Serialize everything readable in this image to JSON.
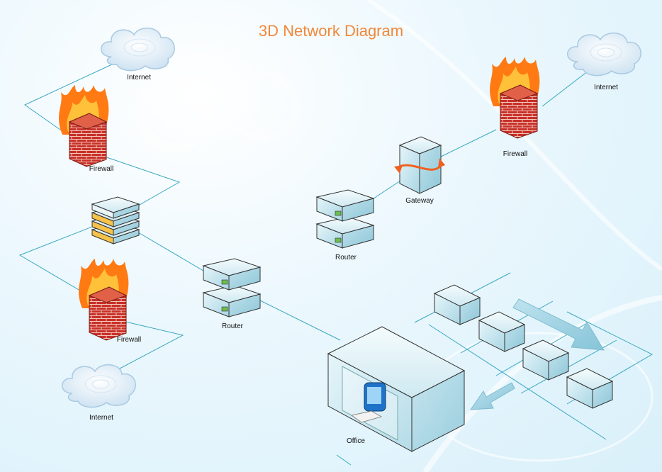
{
  "diagram": {
    "title": "3D Network Diagram",
    "labels": {
      "internet_top_left": "Internet",
      "firewall_top_left": "Firewall",
      "firewall_bottom_left": "Firewall",
      "internet_bottom_left": "Internet",
      "router_center": "Router",
      "router_upper": "Router",
      "gateway": "Gateway",
      "firewall_right": "Firewall",
      "internet_right": "Internet",
      "office": "Office"
    }
  },
  "colors": {
    "title": "#f0883a",
    "line": "#3aa7c0",
    "flame": "#ff6a00",
    "brick": "#c8302a"
  }
}
